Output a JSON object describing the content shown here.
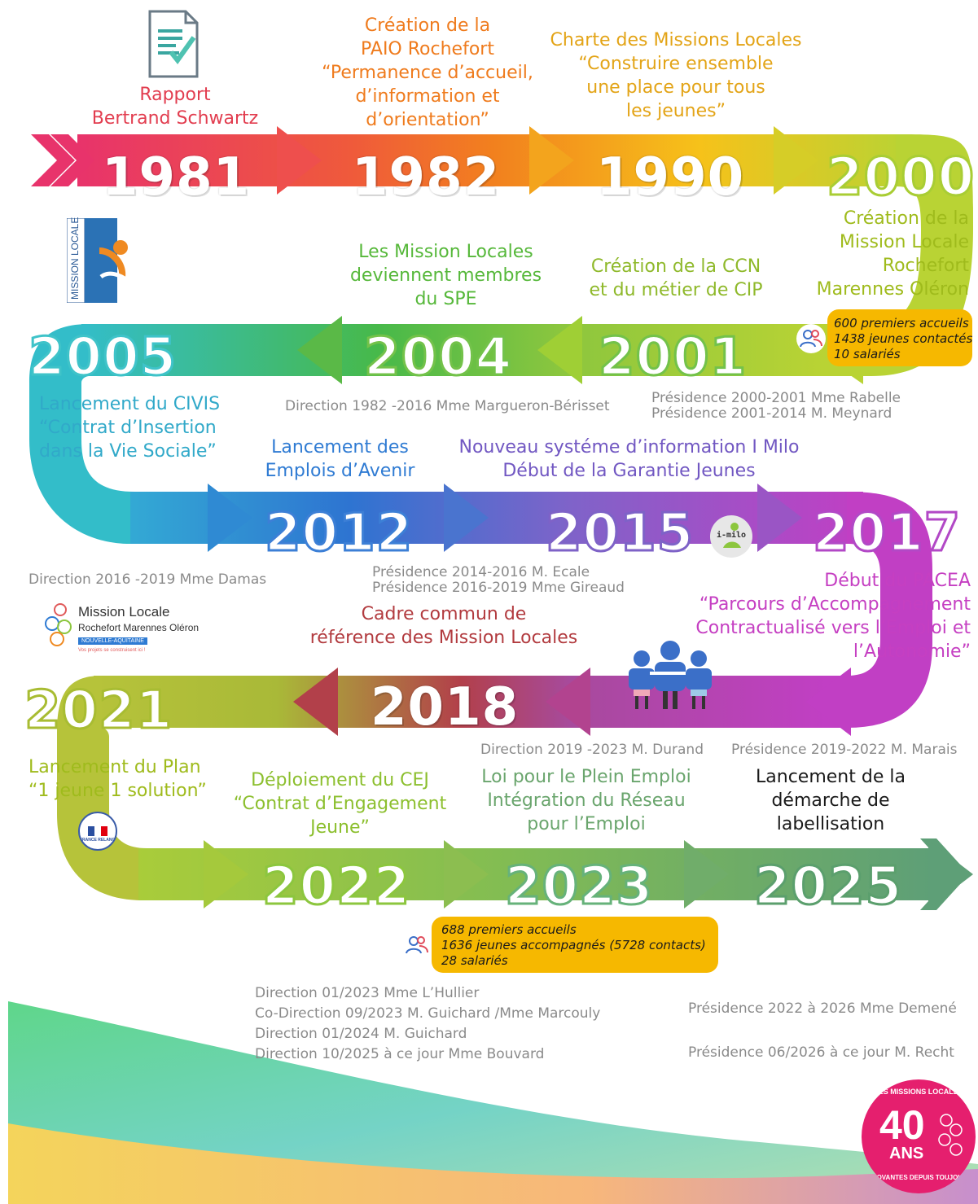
{
  "colors": {
    "pink": "#e8336b",
    "orange": "#f07a1e",
    "yellow": "#f6c21a",
    "lime": "#b9d334",
    "green": "#5cbf3a",
    "teal": "#33bdc9",
    "blue": "#2e74d1",
    "purple": "#7f63c9",
    "magenta": "#c13fc4",
    "brickred": "#b2404a",
    "olive": "#b6c33a",
    "sagegreen": "#6aa97a",
    "badge": "#f6b800",
    "caption_red": "#e23d4f",
    "caption_orange": "#ef7b1d",
    "caption_gold": "#e3a417",
    "caption_olive": "#9fbb1c",
    "caption_green": "#56b83a",
    "caption_teal": "#31a9c9",
    "caption_blue": "#2f7bd3",
    "caption_purple": "#7157c2",
    "caption_magenta": "#c53fc2",
    "caption_brick": "#b23b3f",
    "caption_lime": "#8fb92b",
    "caption_sage": "#6aa56d"
  },
  "icons": {
    "report": "document-check-icon",
    "people": "people-icon",
    "group": "group-of-people-icon",
    "imilo": "i-milo-logo",
    "france_relance": "france-relance-seal",
    "mission_locale": "mission-locale-logo",
    "anniversary": "40-ans-seal"
  },
  "milestones": {
    "y1981": {
      "year": "1981",
      "lines": [
        "Rapport",
        "Bertrand Schwartz"
      ]
    },
    "y1982": {
      "year": "1982",
      "lines": [
        "Création de la",
        "PAIO Rochefort",
        "“Permanence d’accueil,",
        "d’information et",
        "d’orientation”"
      ]
    },
    "y1990": {
      "year": "1990",
      "lines": [
        "Charte des Missions Locales",
        "“Construire ensemble",
        "une place pour tous",
        "les jeunes”"
      ]
    },
    "y2000": {
      "year": "2000",
      "lines": [
        "Création de la",
        "Mission Locale",
        "Rochefort",
        "Marennes Oléron"
      ]
    },
    "y2001": {
      "year": "2001",
      "lines": [
        "Création de la CCN",
        "et du métier de CIP"
      ]
    },
    "y2004": {
      "year": "2004",
      "lines": [
        "Les Mission Locales",
        "deviennent membres",
        "du SPE"
      ]
    },
    "y2005": {
      "year": "2005",
      "lines": [
        "Lancement du CIVIS",
        "“Contrat d’Insertion",
        "dans la Vie Sociale”"
      ]
    },
    "y2012": {
      "year": "2012",
      "lines": [
        "Lancement des",
        "Emplois d’Avenir"
      ]
    },
    "y2015": {
      "year": "2015",
      "lines": [
        "Nouveau systéme d’information I Milo",
        "Début de la Garantie Jeunes"
      ]
    },
    "y2017": {
      "year": "2017",
      "lines": [
        "Début du PACEA",
        "“Parcours d’Accompagnement",
        "Contractualisé vers l’Emploi et",
        "l’Autonomie”"
      ]
    },
    "y2018": {
      "year": "2018",
      "lines": [
        "Cadre commun de",
        "référence des Mission Locales"
      ]
    },
    "y2021": {
      "year": "2021",
      "lines": [
        "Lancement du Plan",
        "“1 jeune 1 solution”"
      ]
    },
    "y2022": {
      "year": "2022",
      "lines": [
        "Déploiement du CEJ",
        "“Contrat d’Engagement",
        "Jeune”"
      ]
    },
    "y2023": {
      "year": "2023",
      "lines": [
        "Loi pour le Plein Emploi",
        "Intégration du Réseau",
        "pour l’Emploi"
      ]
    },
    "y2025": {
      "year": "2025",
      "lines": [
        "Lancement de la",
        "démarche de",
        "labellisation"
      ]
    }
  },
  "badges": {
    "b2000": [
      "600 premiers accueils",
      "1438 jeunes contactés",
      "10 salariés"
    ],
    "b2023": [
      "688 premiers accueils",
      "1636 jeunes accompagnés (5728 contacts)",
      "28 salariés"
    ]
  },
  "governance": {
    "dir1982": "Direction 1982 -2016 Mme Margueron-Bérisset",
    "pres2000": [
      "Présidence 2000-2001 Mme Rabelle",
      "Présidence 2001-2014 M. Meynard"
    ],
    "dir2016": "Direction 2016 -2019 Mme Damas",
    "pres2014": [
      "Présidence 2014-2016 M. Ecale",
      "Présidence 2016-2019 Mme Gireaud"
    ],
    "dir2019": "Direction 2019 -2023 M. Durand",
    "pres2019": "Présidence 2019-2022 M. Marais",
    "dir2023": [
      "Direction 01/2023 Mme L’Hullier",
      "Co-Direction 09/2023 M. Guichard /Mme Marcouly",
      "Direction 01/2024 M. Guichard",
      "Direction 10/2025 à ce jour Mme Bouvard"
    ],
    "pres2022": "Présidence 2022 à 2026 Mme Demené",
    "pres2026": "Présidence 06/2026 à ce jour M. Recht"
  },
  "logos": {
    "mission_locale_vertical": "MISSION LOCALE",
    "mission_locale_name": "Mission Locale",
    "mission_locale_sub": "Rochefort Marennes Oléron",
    "mission_locale_region": "NOUVELLE-AQUITAINE",
    "mission_locale_tagline": "Vos projets se construisent ici !",
    "imilo": "i-milo",
    "france_relance": "FRANCE RELANCE",
    "seal_top": "LES MISSIONS LOCALES",
    "seal_num": "40",
    "seal_ans": "ANS",
    "seal_bottom": "INNOVANTES DEPUIS TOUJOURS"
  }
}
